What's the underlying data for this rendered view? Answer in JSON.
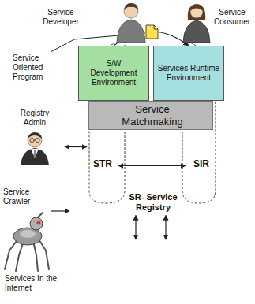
{
  "diagram": {
    "nodes": [
      {
        "text": [
          "Service Developer"
        ]
      },
      {
        "text": [
          "Service Consumer"
        ]
      },
      {
        "text": [
          "SR- Service Registry"
        ]
      },
      {
        "text": [
          "S/W Development Environment"
        ],
        "in": 2
      },
      {
        "text": [
          "Services Runtime Environment"
        ],
        "in": 2
      },
      {
        "text": [
          "Service Matchmaking"
        ],
        "in": 2
      },
      {
        "text": [
          "STR"
        ],
        "in": 2
      },
      {
        "text": [
          "SIR"
        ],
        "in": 2
      },
      {
        "text": [
          "Registry Admin"
        ]
      },
      {
        "text": [
          "Service Crawler"
        ]
      },
      {
        "text": [
          "Services In the Internet"
        ]
      }
    ],
    "edges": [
      {
        "from": 3,
        "to": 4,
        "arrow": "to"
      },
      {
        "from": 8,
        "to": 6,
        "arrow": "both"
      },
      {
        "from": 6,
        "to": 7,
        "arrow": "both"
      },
      {
        "from": 9,
        "to": 2,
        "arrow": "to"
      },
      {
        "from": 10,
        "to": 2,
        "arrow": "both"
      },
      {
        "from": 10,
        "to": 2,
        "arrow": "both"
      }
    ],
    "labels": [
      "Service Oriented Program"
    ]
  }
}
